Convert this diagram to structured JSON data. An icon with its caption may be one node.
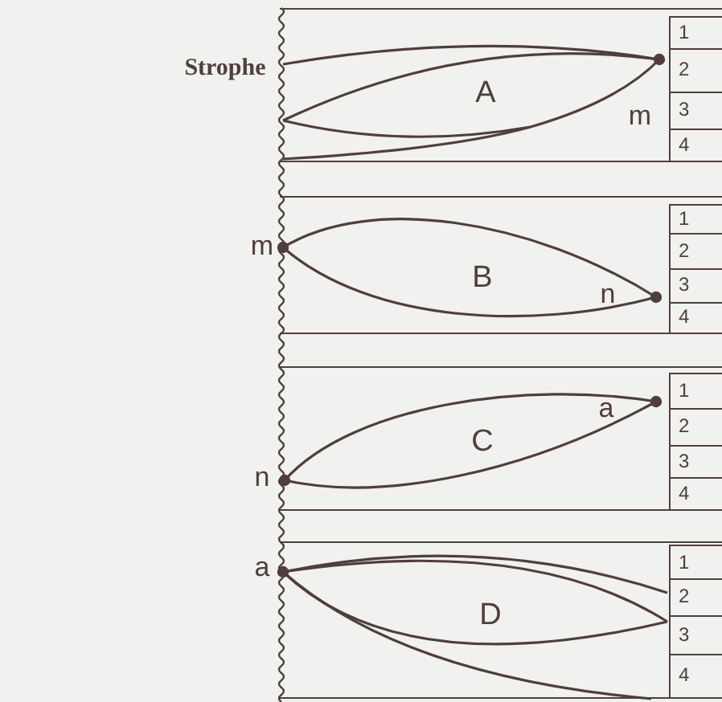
{
  "diagram": {
    "nodes": [
      {
        "text": [
          "A"
        ]
      },
      {
        "text": [
          "1"
        ],
        "in": 0
      },
      {
        "text": [
          "2"
        ],
        "in": 0
      },
      {
        "text": [
          "3"
        ],
        "in": 0
      },
      {
        "text": [
          "4"
        ],
        "in": 0
      },
      {
        "text": [
          "B"
        ]
      },
      {
        "text": [
          "1"
        ],
        "in": 5
      },
      {
        "text": [
          "2"
        ],
        "in": 5
      },
      {
        "text": [
          "3"
        ],
        "in": 5
      },
      {
        "text": [
          "4"
        ],
        "in": 5
      },
      {
        "text": [
          "C"
        ]
      },
      {
        "text": [
          "1"
        ],
        "in": 10
      },
      {
        "text": [
          "2"
        ],
        "in": 10
      },
      {
        "text": [
          "3"
        ],
        "in": 10
      },
      {
        "text": [
          "4"
        ],
        "in": 10
      },
      {
        "text": [
          "D"
        ]
      },
      {
        "text": [
          "1"
        ],
        "in": 15
      },
      {
        "text": [
          "2"
        ],
        "in": 15
      },
      {
        "text": [
          "3"
        ],
        "in": 15
      },
      {
        "text": [
          "4"
        ],
        "in": 15
      }
    ],
    "labels": [
      "Strophe",
      "m",
      "m",
      "n",
      "a",
      "n",
      "a"
    ]
  }
}
